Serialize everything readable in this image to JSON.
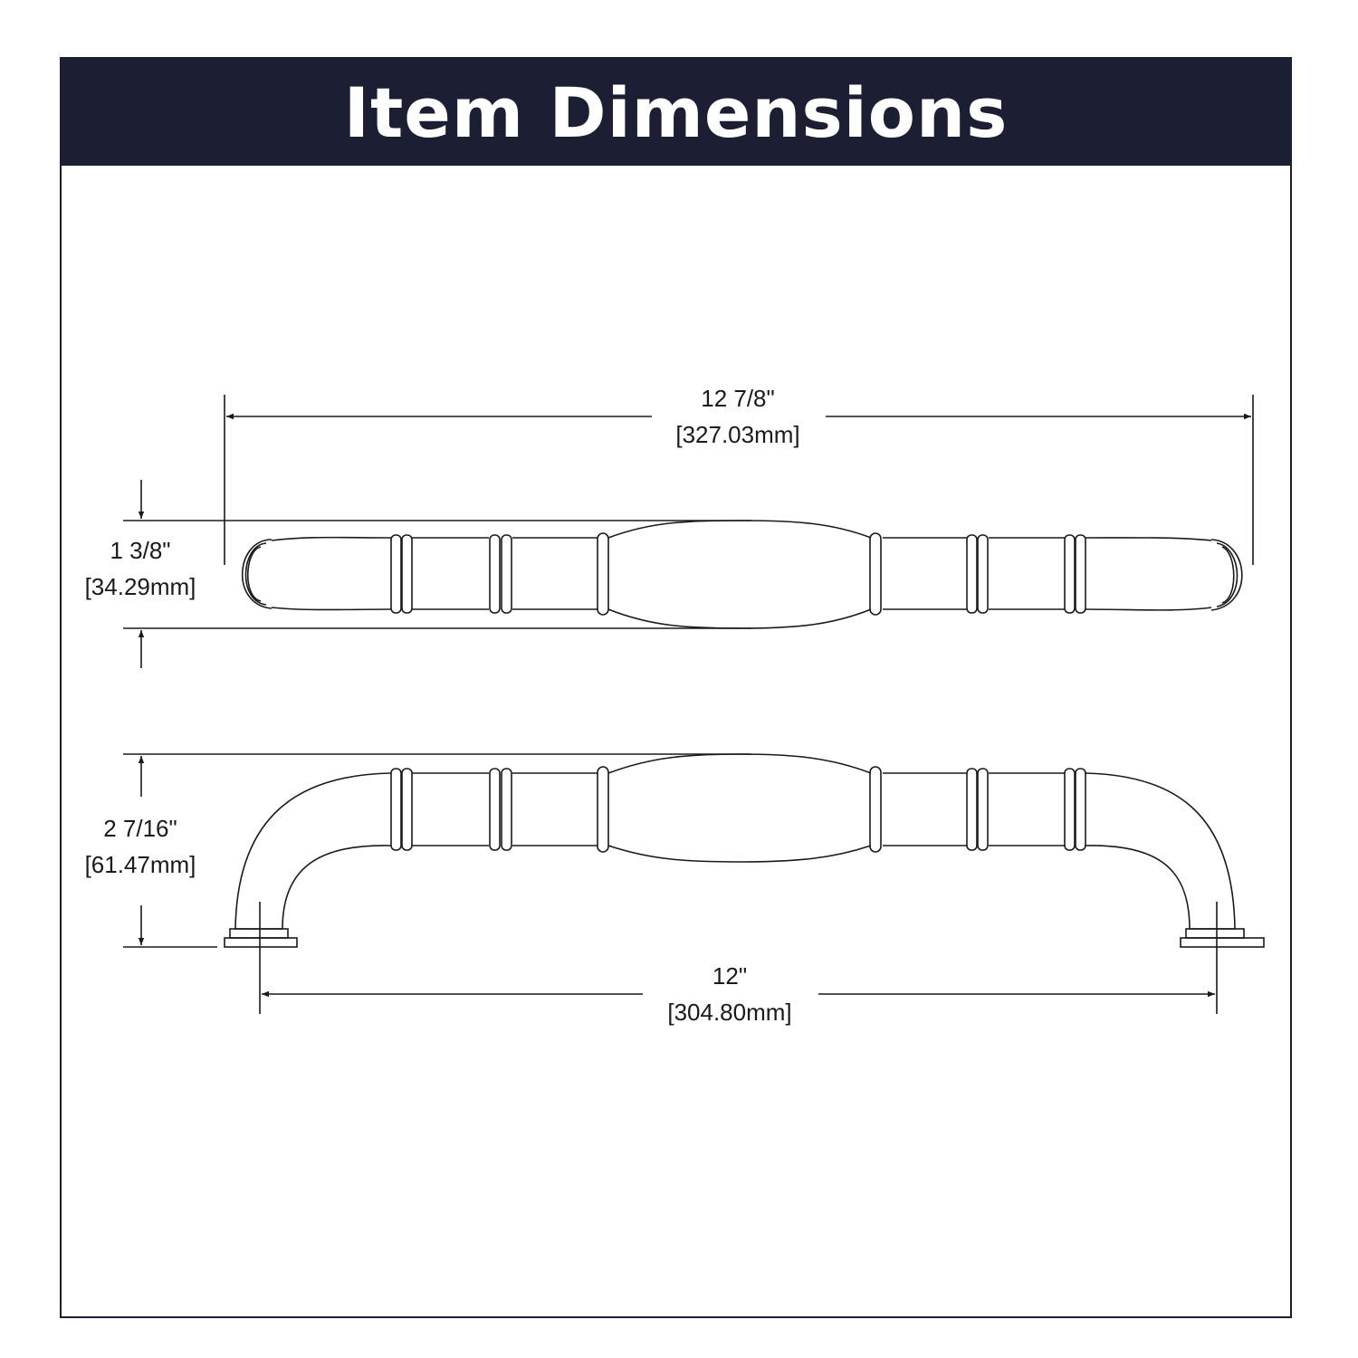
{
  "header": {
    "title": "Item Dimensions"
  },
  "colors": {
    "header_bg": "#1c1f33",
    "line": "#1a1a1a",
    "background": "#ffffff"
  },
  "dimensions": {
    "overall_length": {
      "imperial": "12 7/8\"",
      "metric": "[327.03mm]"
    },
    "width": {
      "imperial": "1 3/8\"",
      "metric": "[34.29mm]"
    },
    "projection": {
      "imperial": "2 7/16\"",
      "metric": "[61.47mm]"
    },
    "center_to_center": {
      "imperial": "12\"",
      "metric": "[304.80mm]"
    }
  }
}
